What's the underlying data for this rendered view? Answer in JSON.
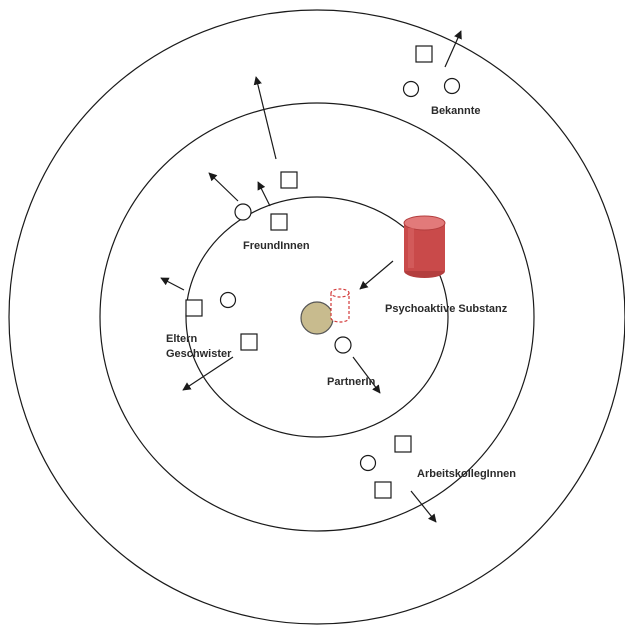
{
  "labels": {
    "bekannte": "Bekannte",
    "freundinnen": "FreundInnen",
    "psychoaktive_substanz": "Psychoaktive Substanz",
    "eltern": "Eltern",
    "geschwister": "Geschwister",
    "partnerin": "PartnerIn",
    "arbeitskolleginnen": "ArbeitskollegInnen"
  },
  "colors": {
    "stroke": "#1a1a1a",
    "substance_fill": "#c94a4a",
    "substance_top": "#e27a7a",
    "substance_dashed": "#d33a3a",
    "self_fill": "#c8bb8e"
  }
}
